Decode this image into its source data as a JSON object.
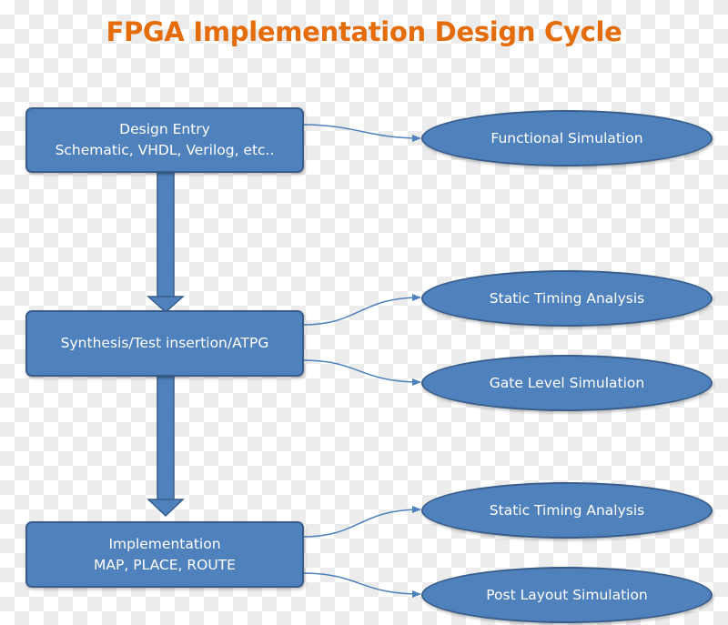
{
  "title": "FPGA Implementation Design Cycle",
  "stages": [
    {
      "line1": "Design Entry",
      "line2": "Schematic, VHDL, Verilog, etc.."
    },
    {
      "line1": "Synthesis/Test insertion/ATPG"
    },
    {
      "line1": "Implementation",
      "line2": "MAP, PLACE, ROUTE"
    }
  ],
  "outputs": [
    {
      "label": "Functional Simulation"
    },
    {
      "label": "Static Timing Analysis"
    },
    {
      "label": "Gate Level Simulation"
    },
    {
      "label": "Static Timing Analysis"
    },
    {
      "label": "Post Layout Simulation"
    }
  ],
  "colors": {
    "title": "#e46c0a",
    "shape_fill": "#4f81bd",
    "shape_border": "#385d8a",
    "text": "#ffffff"
  }
}
